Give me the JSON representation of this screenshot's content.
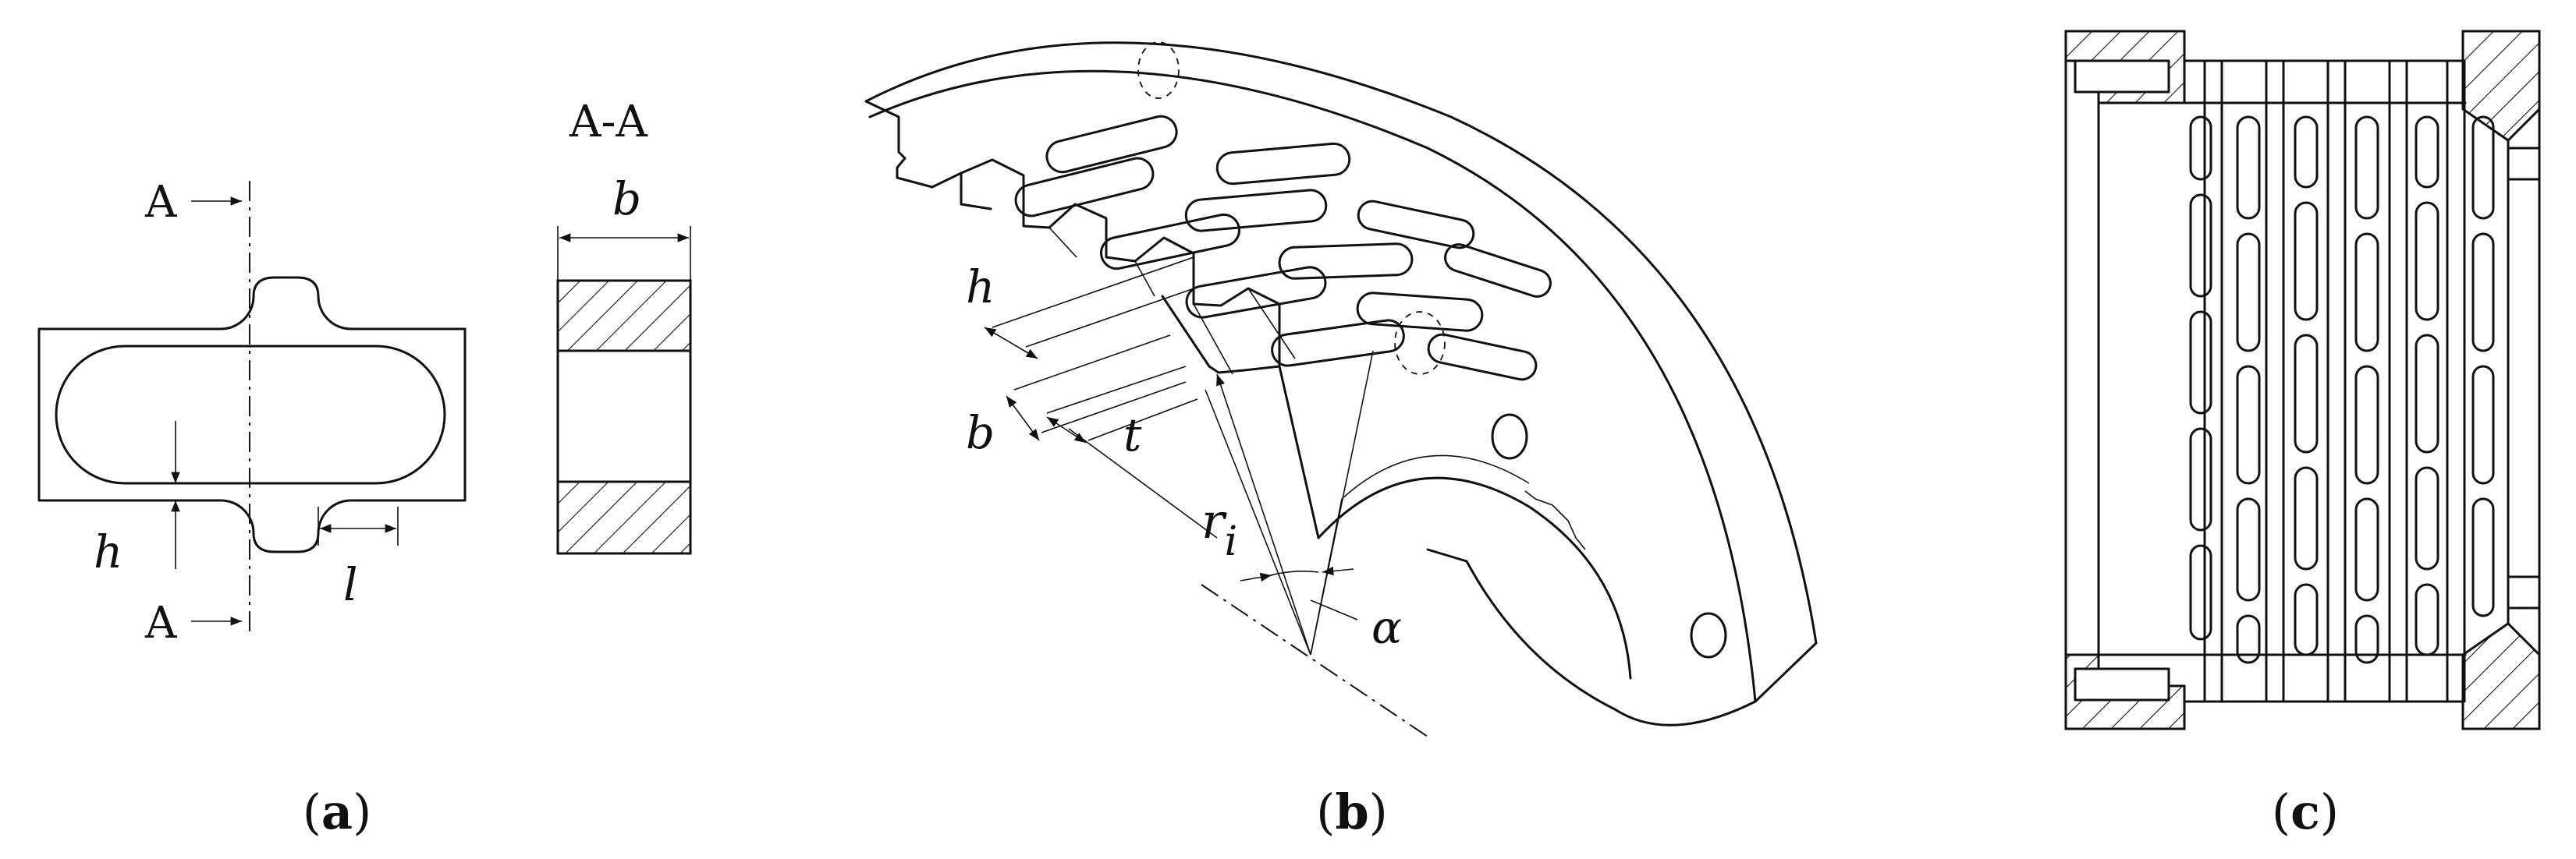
{
  "panel_a": {
    "section_top": "A",
    "section_bottom": "A",
    "section_view_title": "A-A",
    "dim_b": "b",
    "dim_h": "h",
    "dim_l": "l",
    "caption_open": "(",
    "caption_letter": "a",
    "caption_close": ")"
  },
  "panel_b": {
    "dim_h": "h",
    "dim_b": "b",
    "dim_t": "t",
    "dim_r": "r",
    "dim_r_sub": "i",
    "dim_alpha": "α",
    "caption_open": "(",
    "caption_letter": "b",
    "caption_close": ")"
  },
  "panel_c": {
    "caption_open": "(",
    "caption_letter": "c",
    "caption_close": ")"
  }
}
